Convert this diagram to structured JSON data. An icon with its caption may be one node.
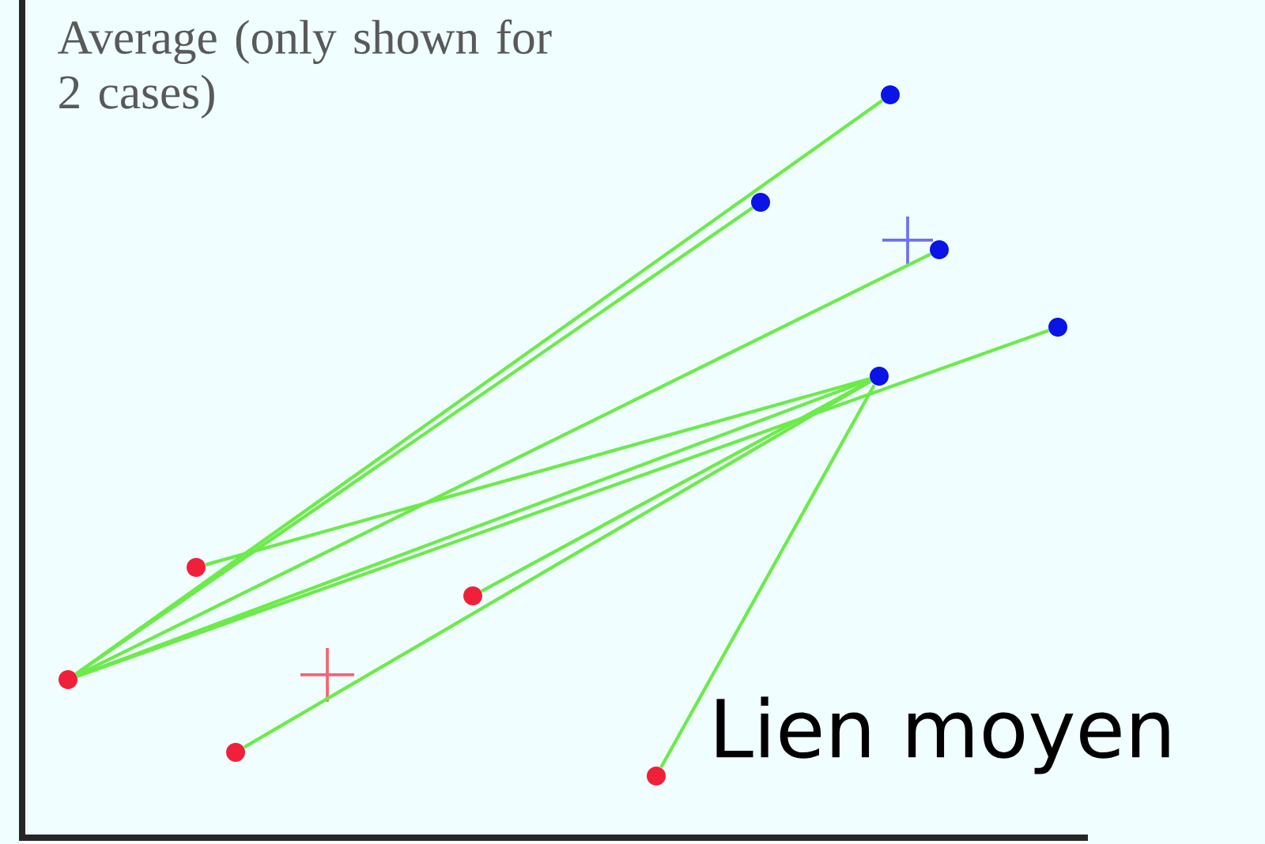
{
  "diagram": {
    "nodes": [
      {
        "text": [],
        "shape": "circle"
      },
      {
        "text": [],
        "shape": "circle"
      },
      {
        "text": [],
        "shape": "circle"
      },
      {
        "text": [],
        "shape": "circle"
      },
      {
        "text": [],
        "shape": "circle"
      },
      {
        "text": [],
        "shape": "circle"
      },
      {
        "text": [],
        "shape": "circle"
      },
      {
        "text": [],
        "shape": "circle"
      },
      {
        "text": [],
        "shape": "circle"
      },
      {
        "text": [],
        "shape": "circle"
      }
    ],
    "edges": [
      {
        "from": 0,
        "to": 7,
        "arrow": "none"
      },
      {
        "from": 0,
        "to": 5,
        "arrow": "none"
      },
      {
        "from": 0,
        "to": 8,
        "arrow": "none"
      },
      {
        "from": 0,
        "to": 6,
        "arrow": "none"
      },
      {
        "from": 0,
        "to": 9,
        "arrow": "none"
      },
      {
        "from": 6,
        "to": 1,
        "arrow": "none"
      },
      {
        "from": 6,
        "to": 2,
        "arrow": "none"
      },
      {
        "from": 6,
        "to": 3,
        "arrow": "none"
      },
      {
        "from": 6,
        "to": 4,
        "arrow": "none"
      }
    ],
    "labels": [
      "Average (only shown for 2 cases)",
      "Lien moyen"
    ]
  }
}
